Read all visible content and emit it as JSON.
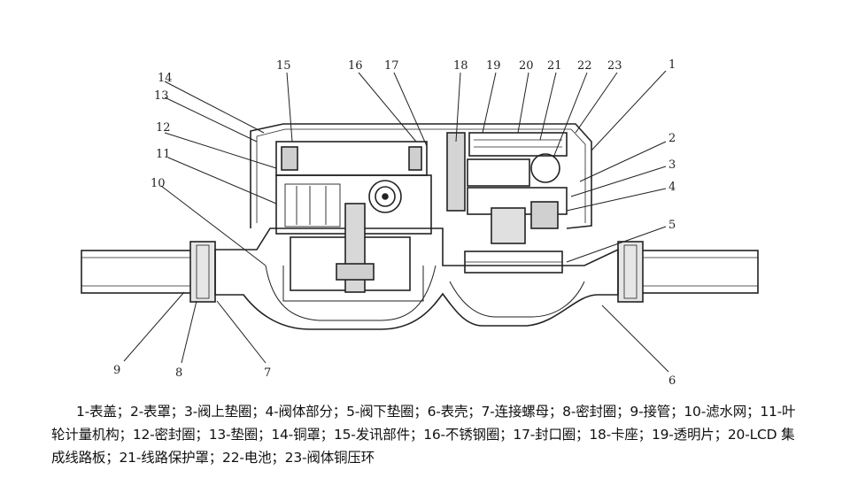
{
  "callout_numbers": [
    "1",
    "2",
    "3",
    "4",
    "5",
    "6",
    "7",
    "8",
    "9",
    "10",
    "11",
    "12",
    "13",
    "14",
    "15",
    "16",
    "17",
    "18",
    "19",
    "20",
    "21",
    "22",
    "23"
  ],
  "legend": [
    "1-表盖；",
    "2-表罩；",
    "3-阀上垫圈；",
    "4-阀体部分；",
    "5-阀下垫圈；",
    "6-表壳；",
    "7-连接螺母；",
    "8-密封圈；",
    "9-接管；",
    "10-滤水网；",
    "11-叶轮计量机构；",
    "12-密封圈；",
    "13-垫圈；",
    "14-铜罩；",
    "15-发讯部件；",
    "16-不锈钢圈；",
    "17-封口圈；",
    "18-卡座；",
    "19-透明片；",
    "20-LCD 集成线路板；",
    "21-线路保护罩；",
    "22-电池；",
    "23-阀体铜压环"
  ]
}
